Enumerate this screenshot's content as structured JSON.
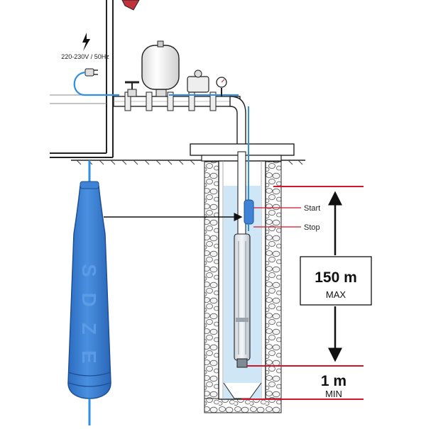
{
  "power": {
    "voltage_label": "220-230V / 50Hz"
  },
  "sensor": {
    "markings": "SDZE"
  },
  "labels": {
    "start": "Start",
    "stop": "Stop"
  },
  "depth_max": {
    "value": "150 m",
    "qualifier": "MAX"
  },
  "depth_min": {
    "value": "1 m",
    "qualifier": "MIN"
  },
  "colors": {
    "sensor_blue": "#3f83d6",
    "cable_blue": "#2f8fe0",
    "water": "#cfe6f7",
    "marker_red": "#d3152b",
    "ink": "#111111"
  }
}
